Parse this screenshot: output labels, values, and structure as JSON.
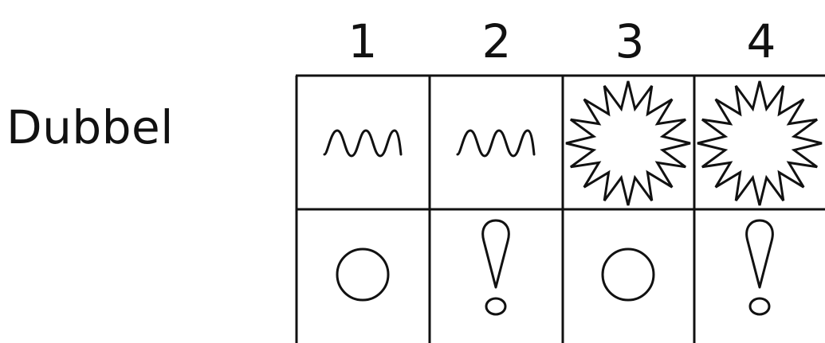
{
  "row_label": "Dubbel",
  "columns": [
    {
      "number": "1",
      "top_symbol": "wave-icon",
      "bottom_symbol": "circle-icon"
    },
    {
      "number": "2",
      "top_symbol": "wave-icon",
      "bottom_symbol": "exclamation-icon"
    },
    {
      "number": "3",
      "top_symbol": "starburst-icon",
      "bottom_symbol": "circle-icon"
    },
    {
      "number": "4",
      "top_symbol": "starburst-icon",
      "bottom_symbol": "exclamation-icon"
    }
  ],
  "colors": {
    "stroke": "#111111",
    "background": "#ffffff"
  }
}
